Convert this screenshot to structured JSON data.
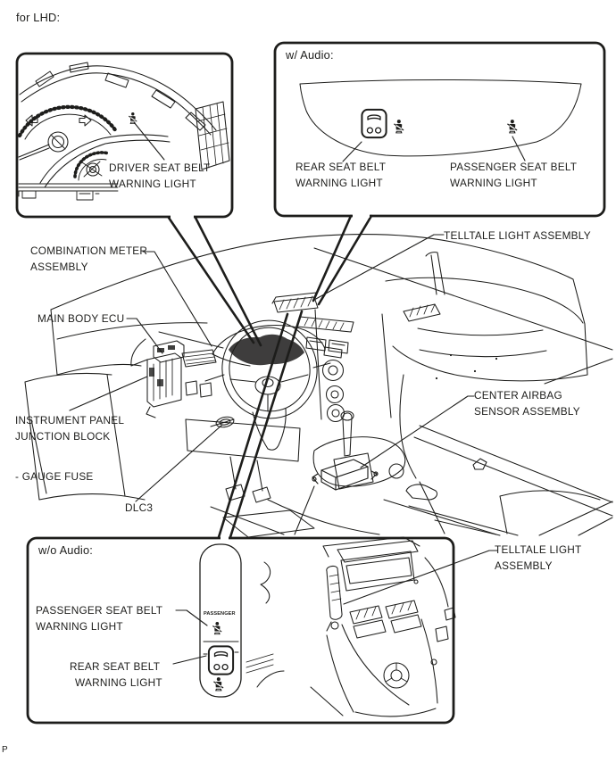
{
  "page": {
    "heading": "for LHD:",
    "page_mark": "P"
  },
  "colors": {
    "ink": "#1d1d1b",
    "paper": "#ffffff"
  },
  "cluster_box": {
    "warning_label": [
      "DRIVER SEAT BELT",
      "WARNING LIGHT"
    ]
  },
  "with_audio_box": {
    "title": "w/ Audio:",
    "rear_label": [
      "REAR SEAT BELT",
      "WARNING LIGHT"
    ],
    "passenger_label": [
      "PASSENGER SEAT BELT",
      "WARNING LIGHT"
    ]
  },
  "without_audio_box": {
    "title": "w/o Audio:",
    "passenger_label": [
      "PASSENGER SEAT BELT",
      "WARNING LIGHT"
    ],
    "rear_label": [
      "REAR SEAT BELT",
      "WARNING LIGHT"
    ],
    "telltale_label": [
      "TELLTALE LIGHT",
      "ASSEMBLY"
    ],
    "panel_marking": "PASSENGER"
  },
  "main_labels": {
    "combination_meter": [
      "COMBINATION METER",
      "ASSEMBLY"
    ],
    "main_body_ecu": "MAIN BODY ECU",
    "telltale": "TELLTALE LIGHT ASSEMBLY",
    "junction_block": [
      "INSTRUMENT PANEL",
      "JUNCTION BLOCK"
    ],
    "gauge_fuse": "- GAUGE FUSE",
    "dlc3": "DLC3",
    "center_airbag": [
      "CENTER AIRBAG",
      "SENSOR ASSEMBLY"
    ]
  },
  "icons": {
    "seat_belt_warning": "seated-person-with-seatbelt telltale",
    "rear_seat_indicator": "rear-seat outline with two belt circles"
  }
}
